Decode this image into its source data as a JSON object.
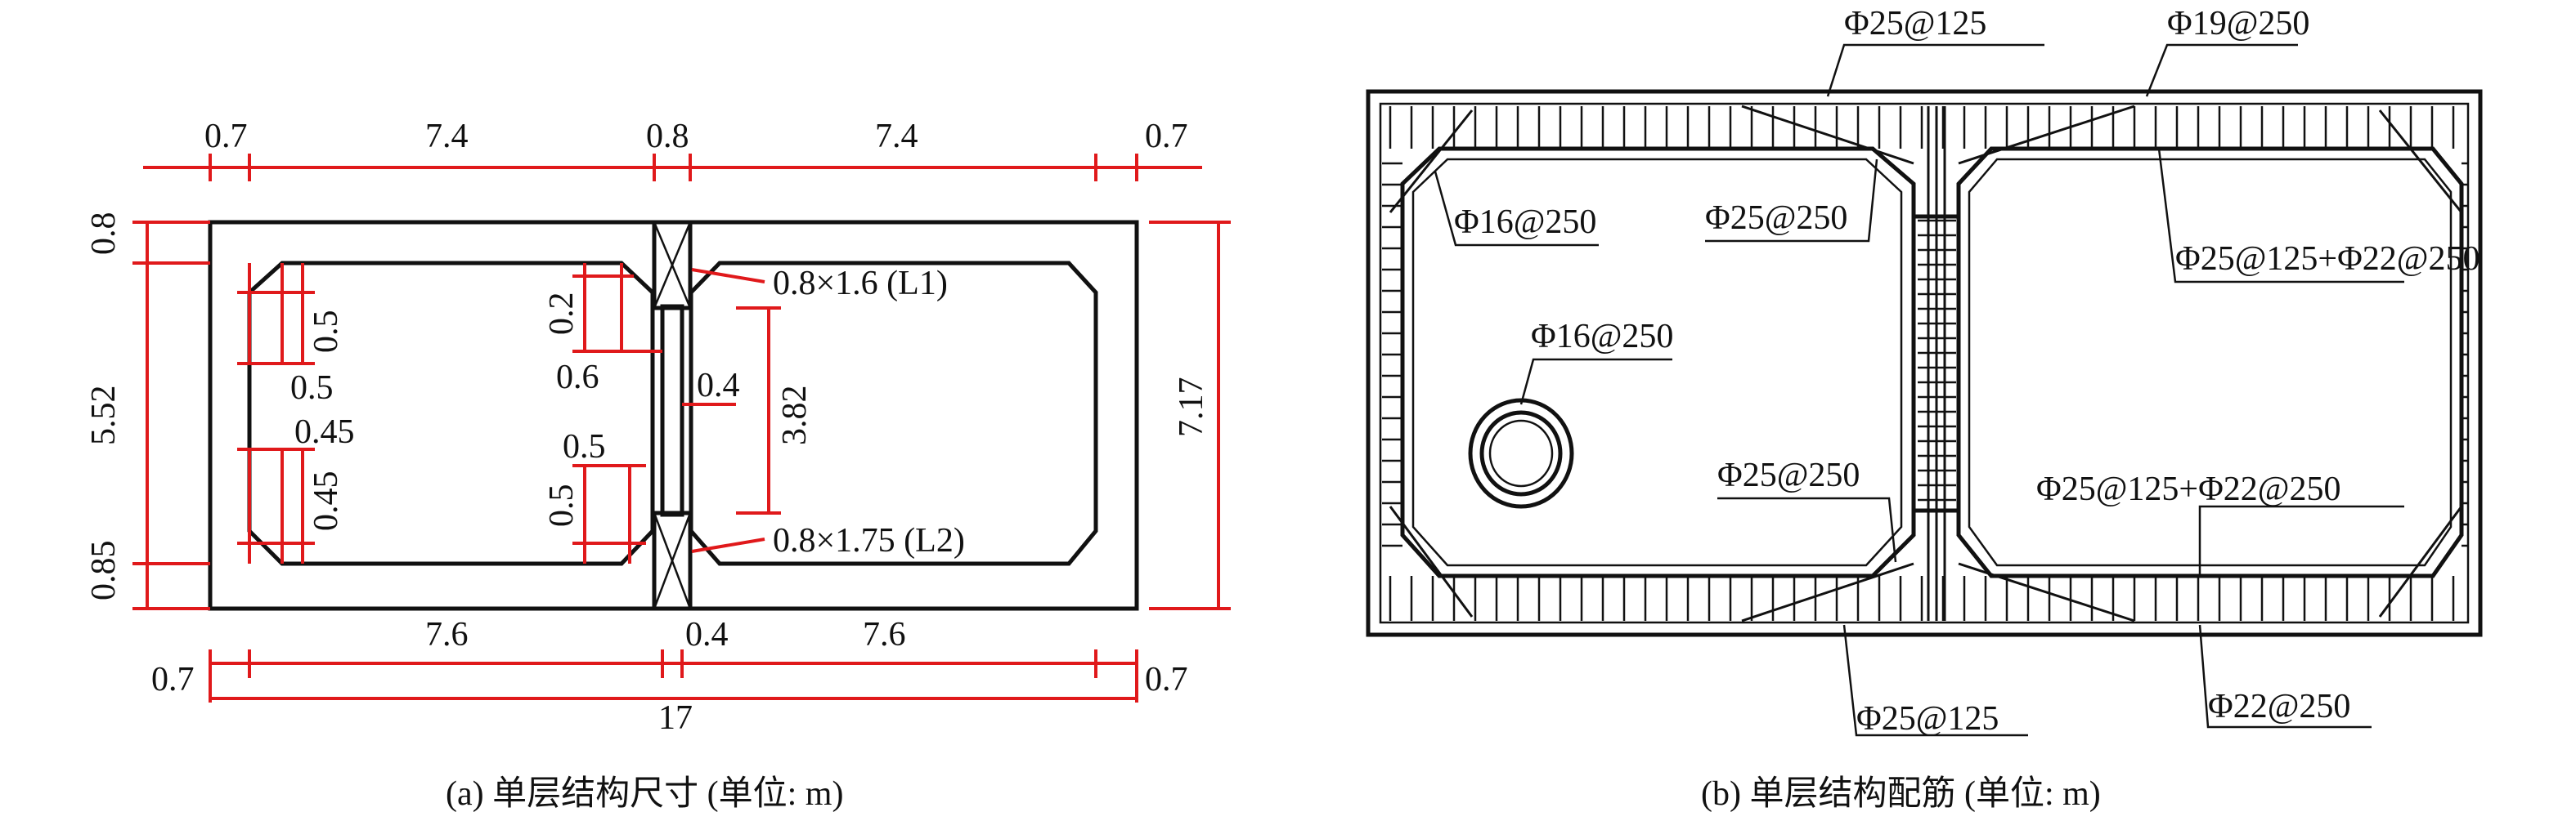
{
  "panel_a": {
    "caption": "(a) 单层结构尺寸 (单位: m)",
    "top_dims": [
      "0.7",
      "7.4",
      "0.8",
      "7.4",
      "0.7"
    ],
    "bottom_dims": [
      "7.6",
      "0.4",
      "7.6"
    ],
    "bottom_edge_dims": [
      "0.7",
      "0.7"
    ],
    "total_width": "17",
    "left_dims": [
      "0.8",
      "5.52",
      "0.85"
    ],
    "right_height": "7.17",
    "haunch_top_v": "0.5",
    "haunch_top_h": "0.5",
    "haunch_bot_h": "0.45",
    "haunch_bot_v": "0.45",
    "mid_top_v": "0.2",
    "mid_top_h": "0.6",
    "mid_bot_h": "0.5",
    "mid_bot_v": "0.5",
    "wall_thk": "0.4",
    "wall_height": "3.82",
    "beam_l1": "0.8×1.6 (L1)",
    "beam_l2": "0.8×1.75 (L2)"
  },
  "panel_b": {
    "caption": "(b) 单层结构配筋 (单位: m)",
    "labels": {
      "top_left": "Φ25@125",
      "top_right": "Φ19@250",
      "left_corner": "Φ16@250",
      "mid_top": "Φ25@250",
      "right_top": "Φ25@125+Φ22@250",
      "pipe": "Φ16@250",
      "mid_bottom": "Φ25@250",
      "right_bottom": "Φ25@125+Φ22@250",
      "bottom_left": "Φ25@125",
      "bottom_right": "Φ22@250"
    }
  }
}
